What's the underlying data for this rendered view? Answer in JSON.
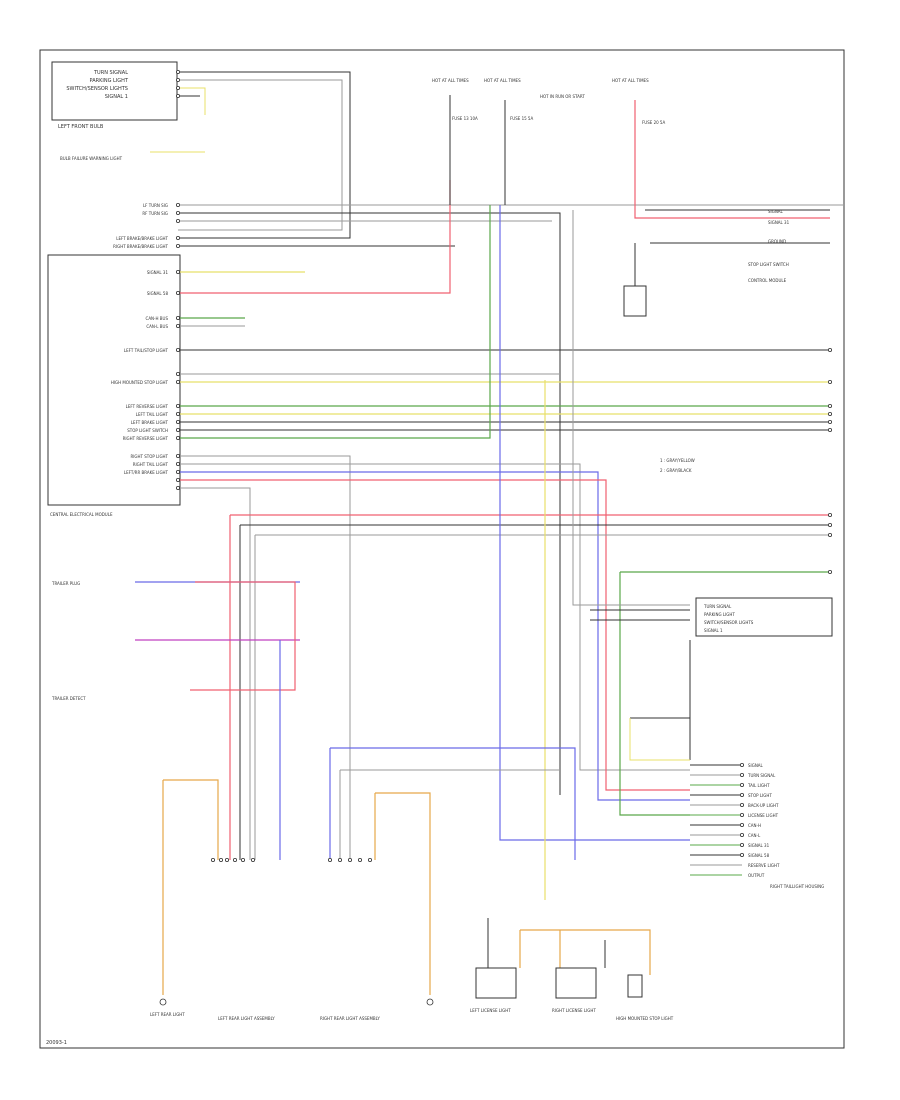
{
  "diagram": {
    "footer_code": "20093-1",
    "lighting_module": {
      "upper_functions": [
        "TURN SIGNAL",
        "PARKING LIGHT",
        "SWITCH/SENSOR LIGHTS",
        "SIGNAL 1"
      ],
      "right_side_labels": [
        "LF TURN SIG",
        "RF TURN SIG",
        "LEFT BRAKE/BRAKE LIGHT",
        "RIGHT BRAKE/BRAKE LIGHT",
        "SIGNAL 31",
        "SIGNAL 58",
        "CAN-H BUS",
        "CAN-L BUS",
        "LEFT TAIL/STOP LIGHT",
        "HIGH MOUNTED STOP LIGHT",
        "LEFT REVERSE LIGHT",
        "LEFT TAIL LIGHT",
        "LEFT BRAKE LIGHT",
        "STOP LIGHT SWITCH",
        "RIGHT REVERSE LIGHT",
        "RIGHT STOP LIGHT",
        "RIGHT TAIL LIGHT",
        "LEFT/RR BRAKE LIGHT"
      ],
      "name": "CENTRAL ELECTRICAL MODULE"
    },
    "left_components": [
      "LEFT FRONT BULB",
      "BULB FAILURE WARNING LIGHT",
      "TRAILER PLUG",
      "TRAILER DETECT"
    ],
    "fuses": [
      "HOT AT ALL TIMES",
      "HOT AT ALL TIMES",
      "HOT IN RUN OR START",
      "HOT AT ALL TIMES"
    ],
    "fuse_labels": [
      "FUSE 13 10A",
      "FUSE 15 5A",
      "FUSE 20 5A"
    ],
    "right_labels": [
      "SIGNAL",
      "SIGNAL 31",
      "GROUND",
      "STOP LIGHT SWITCH",
      "CONTROL MODULE"
    ],
    "legend": [
      "1 : GRAY/YELLOW",
      "2 : GRAY/BLACK"
    ],
    "right_module_functions": [
      "TURN SIGNAL",
      "PARKING LIGHT",
      "SWITCH/SENSOR LIGHTS",
      "SIGNAL 1"
    ],
    "right_module_name": "RIGHT TAILLIGHT HOUSING",
    "right_pins": [
      "SIGNAL",
      "TURN SIGNAL",
      "TAIL LIGHT",
      "STOP LIGHT",
      "BACK-UP LIGHT",
      "LICENSE LIGHT",
      "CAN-H",
      "CAN-L",
      "SIGNAL 31",
      "SIGNAL 58",
      "RESERVE LIGHT",
      "OUTPUT"
    ],
    "bottom_components": [
      "LEFT REAR LIGHT",
      "LEFT REAR LIGHT ASSEMBLY",
      "RIGHT REAR LIGHT ASSEMBLY",
      "LEFT LICENSE LIGHT",
      "RIGHT LICENSE LIGHT",
      "HIGH MOUNTED STOP LIGHT"
    ],
    "wire_colors": {
      "red": "#f06070",
      "yellow": "#e8e06a",
      "green": "#5aa84a",
      "blue": "#6a6ae8",
      "gray": "#9a9a9a",
      "black": "#333333",
      "orange": "#e6a84a",
      "magenta": "#c040c0"
    }
  }
}
